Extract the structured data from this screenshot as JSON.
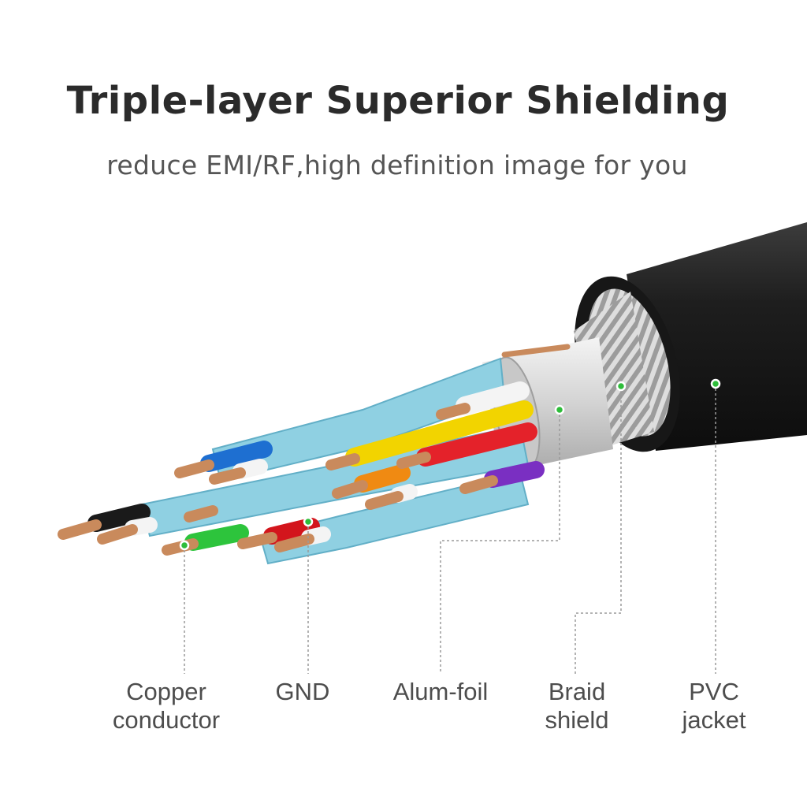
{
  "header": {
    "title": "Triple-layer Superior Shielding",
    "subtitle": "reduce EMI/RF,high definition image for you"
  },
  "colors": {
    "jacket": "#1c1c1c",
    "braid": "#b9b9b9",
    "foil": "#e2e2e2",
    "pair_shield": "#8fd0e2",
    "copper": "#c98a5c",
    "marker": "#2ebd3a"
  },
  "wire_colors": [
    "#1e6fd1",
    "#f2d400",
    "#e4222a",
    "#1a1a1a",
    "#2dc43c",
    "#d3151c",
    "#f08a12",
    "#7a2fc2",
    "#f4f4f4"
  ],
  "labels": [
    {
      "id": "copper",
      "lines": [
        "Copper",
        "conductor"
      ]
    },
    {
      "id": "gnd",
      "lines": [
        "GND"
      ]
    },
    {
      "id": "foil",
      "lines": [
        "Alum-foil"
      ]
    },
    {
      "id": "braid",
      "lines": [
        "Braid",
        "shield"
      ]
    },
    {
      "id": "jacket",
      "lines": [
        "PVC",
        "jacket"
      ]
    }
  ]
}
